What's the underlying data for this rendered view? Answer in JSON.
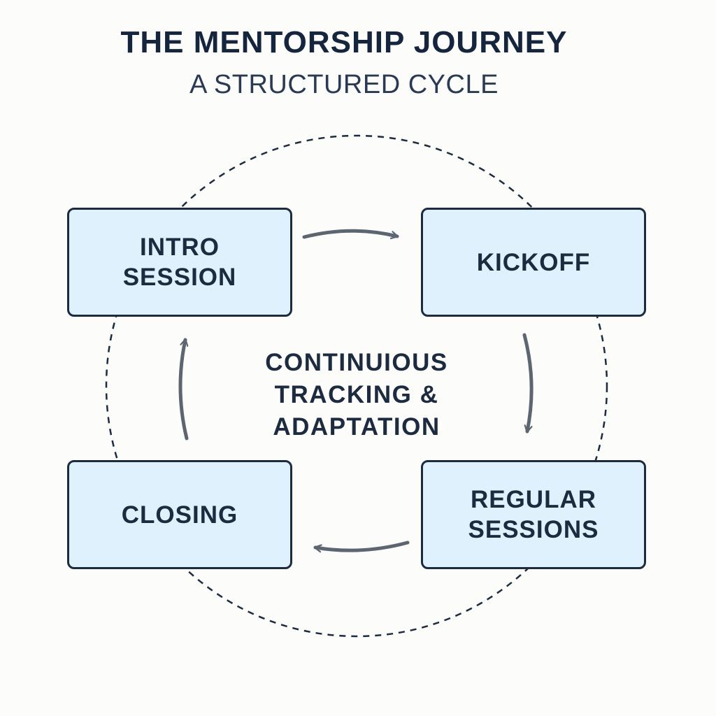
{
  "title": "THE MENTORSHIP JOURNEY",
  "subtitle": "A STRUCTURED CYCLE",
  "center_label": "CONTINUIOUS\nTRACKING &\nADAPTATION",
  "stages": [
    {
      "label": "INTRO\nSESSION"
    },
    {
      "label": "KICKOFF"
    },
    {
      "label": "REGULAR\nSESSIONS"
    },
    {
      "label": "CLOSING"
    }
  ],
  "colors": {
    "box_fill": "#dff1fc",
    "box_border": "#1c2b40",
    "arrow": "#5d6670",
    "dashed_circle": "#1c2b40",
    "text": "#1c2b40"
  },
  "icons": {
    "arrow": "curved-arrow-icon"
  }
}
